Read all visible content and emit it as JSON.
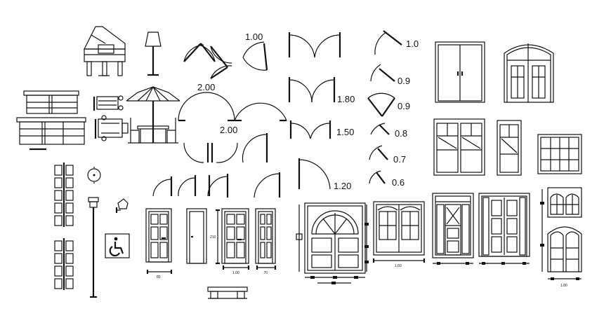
{
  "labels": {
    "swing_100": "1.00",
    "double_200_top": "2.00",
    "double_200_bottom": "2.00",
    "opening_180": "1.80",
    "opening_150": "1.50",
    "opening_120": "1.20",
    "fan_10": "1.0",
    "fan_09a": "0.9",
    "fan_09b": "0.9",
    "fan_08": "0.8",
    "fan_07": "0.7",
    "fan_06": "0.6"
  },
  "dims": {
    "d1": "80",
    "d2": "210",
    "d3": "1.00",
    "d4": ".70",
    "d5": "1.60",
    "d6": "1.80"
  }
}
